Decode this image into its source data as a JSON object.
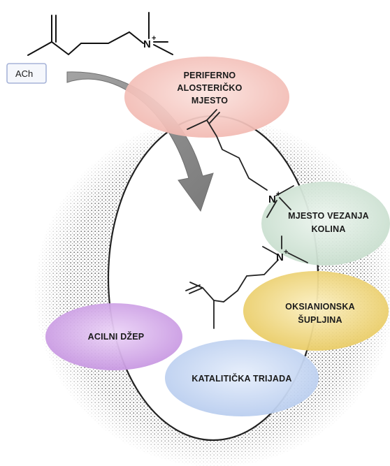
{
  "molecule_label": "ACh",
  "nitrogen": "N",
  "charge": "+",
  "sites": {
    "peripheral": [
      "PERIFERNO",
      "ALOSTERIČKO",
      "MJESTO"
    ],
    "choline": [
      "MJESTO VEZANJA",
      "KOLINA"
    ],
    "oxyanion": [
      "OKSIANIONSKA",
      "ŠUPLJINA"
    ],
    "acyl": "ACILNI DŽEP",
    "triad": "KATALITIČKA TRIJADA"
  },
  "colors": {
    "peripheral": "#f6c9c3",
    "choline": "#dbeadf",
    "oxyanion": "#f2dc8f",
    "acyl": "#d9b3ee",
    "triad": "#cbdcf5",
    "arrow": "#8c8c8c",
    "ach_box_border": "#a7b4d8"
  }
}
